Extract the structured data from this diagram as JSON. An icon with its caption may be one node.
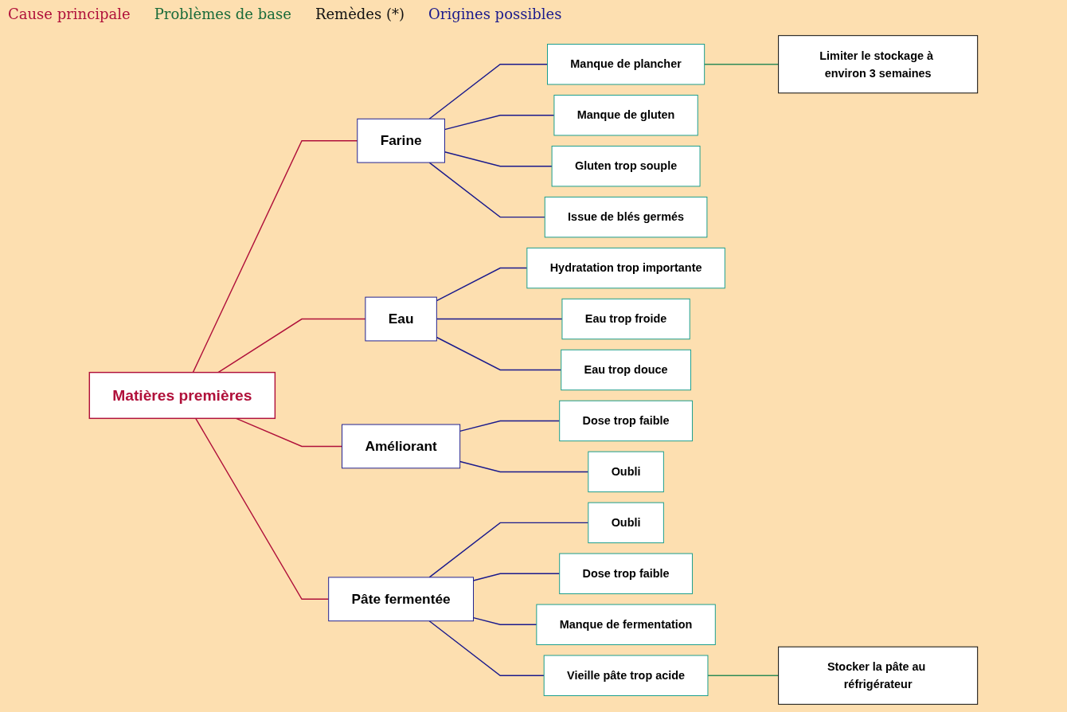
{
  "diagram": {
    "nodes": [
      {
        "text": [
          "Matières premières"
        ]
      },
      {
        "text": [
          "Farine"
        ]
      },
      {
        "text": [
          "Eau"
        ]
      },
      {
        "text": [
          "Améliorant"
        ]
      },
      {
        "text": [
          "Pâte fermentée"
        ]
      },
      {
        "text": [
          "Manque de plancher"
        ]
      },
      {
        "text": [
          "Manque de gluten"
        ]
      },
      {
        "text": [
          "Gluten trop souple"
        ]
      },
      {
        "text": [
          "Issue de blés germés"
        ]
      },
      {
        "text": [
          "Hydratation trop importante"
        ]
      },
      {
        "text": [
          "Eau trop froide"
        ]
      },
      {
        "text": [
          "Eau trop douce"
        ]
      },
      {
        "text": [
          "Dose trop faible"
        ]
      },
      {
        "text": [
          "Oubli"
        ]
      },
      {
        "text": [
          "Oubli"
        ]
      },
      {
        "text": [
          "Dose trop faible"
        ]
      },
      {
        "text": [
          "Manque de fermentation"
        ]
      },
      {
        "text": [
          "Vieille pâte trop acide"
        ]
      },
      {
        "text": [
          "Limiter le stockage à environ 3 semaines"
        ]
      },
      {
        "text": [
          "Stocker la pâte au réfrigérateur"
        ]
      }
    ],
    "edges": [
      {
        "from": 0,
        "to": 1,
        "arrow": "none",
        "color": "#b0103a"
      },
      {
        "from": 0,
        "to": 2,
        "arrow": "none",
        "color": "#b0103a"
      },
      {
        "from": 0,
        "to": 3,
        "arrow": "none",
        "color": "#b0103a"
      },
      {
        "from": 0,
        "to": 4,
        "arrow": "none",
        "color": "#b0103a"
      },
      {
        "from": 1,
        "to": 5,
        "arrow": "none"
      },
      {
        "from": 1,
        "to": 6,
        "arrow": "none"
      },
      {
        "from": 1,
        "to": 7,
        "arrow": "none"
      },
      {
        "from": 1,
        "to": 8,
        "arrow": "none"
      },
      {
        "from": 2,
        "to": 9,
        "arrow": "none"
      },
      {
        "from": 2,
        "to": 10,
        "arrow": "none"
      },
      {
        "from": 2,
        "to": 11,
        "arrow": "none"
      },
      {
        "from": 3,
        "to": 12,
        "arrow": "none"
      },
      {
        "from": 3,
        "to": 13,
        "arrow": "none"
      },
      {
        "from": 4,
        "to": 14,
        "arrow": "none"
      },
      {
        "from": 4,
        "to": 15,
        "arrow": "none"
      },
      {
        "from": 4,
        "to": 16,
        "arrow": "none"
      },
      {
        "from": 4,
        "to": 17,
        "arrow": "none"
      },
      {
        "from": 5,
        "to": 18,
        "arrow": "none",
        "color": "#2e8b57"
      },
      {
        "from": 17,
        "to": 19,
        "arrow": "none",
        "color": "#2e8b57"
      }
    ],
    "labels": [
      "Cause principale",
      "Problèmes de base",
      "Remèdes (*)",
      "Origines possibles"
    ]
  }
}
